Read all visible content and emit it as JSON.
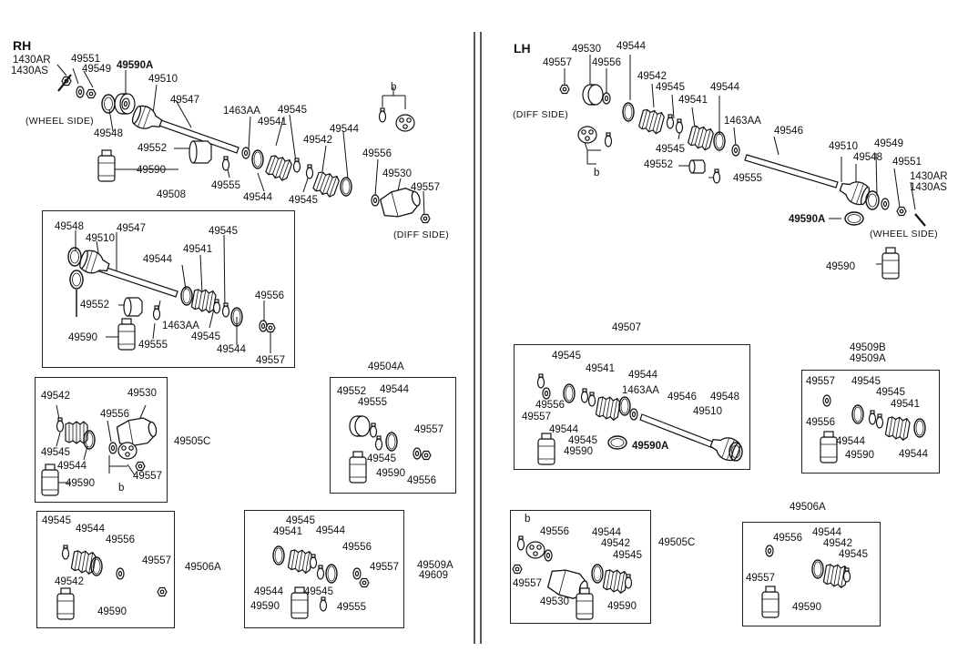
{
  "rh": {
    "heading": "RH",
    "top": {
      "p1430ar": "1430AR",
      "p1430as": "1430AS",
      "p49551": "49551",
      "p49549": "49549",
      "p49590a": "49590A",
      "p49510": "49510",
      "p49547": "49547",
      "p1463aa": "1463AA",
      "p49545a": "49545",
      "p49541": "49541",
      "p49542": "49542",
      "p49544a": "49544",
      "wheel_side": "(WHEEL SIDE)",
      "p49548": "49548",
      "p49552": "49552",
      "p49590": "49590",
      "p49555": "49555",
      "p49544b": "49544",
      "p49545b": "49545",
      "b": "b",
      "p49556": "49556",
      "p49530": "49530",
      "p49557": "49557",
      "diff_side": "(DIFF SIDE)"
    },
    "box49508": {
      "title": "49508",
      "labels": [
        "49548",
        "49510",
        "49547",
        "49544",
        "49541",
        "49545",
        "49556",
        "49552",
        "1463AA",
        "49590",
        "49555",
        "49545",
        "49544",
        "49557"
      ]
    },
    "box49505c": {
      "title": "49505C",
      "labels": [
        "49542",
        "49530",
        "49556",
        "49545",
        "49544",
        "49590",
        "49557",
        "b"
      ]
    },
    "box49504a": {
      "title": "49504A",
      "labels": [
        "49552",
        "49555",
        "49544",
        "49557",
        "49545",
        "49590",
        "49556"
      ]
    },
    "box49506a": {
      "title": "49506A",
      "labels": [
        "49545",
        "49544",
        "49556",
        "49557",
        "49542",
        "49590"
      ]
    },
    "box49509a": {
      "title1": "49509A",
      "title2": "49609",
      "labels": [
        "49545",
        "49541",
        "49544",
        "49556",
        "49557",
        "49544",
        "49545",
        "49590",
        "49555"
      ]
    }
  },
  "lh": {
    "heading": "LH",
    "top": {
      "p49530": "49530",
      "p49544a": "49544",
      "p49557": "49557",
      "p49556": "49556",
      "p49542": "49542",
      "p49545a": "49545",
      "p49544b": "49544",
      "p49541": "49541",
      "diff_side": "(DIFF SIDE)",
      "p1463aa": "1463AA",
      "p49546": "49546",
      "p49545b": "49545",
      "b": "b",
      "p49510": "49510",
      "p49549": "49549",
      "p49552": "49552",
      "p49548": "49548",
      "p49551": "49551",
      "p49555": "49555",
      "p1430ar": "1430AR",
      "p1430as": "1430AS",
      "p49590a": "49590A",
      "wheel_side": "(WHEEL SIDE)",
      "p49590": "49590"
    },
    "box49507": {
      "title": "49507",
      "labels": [
        "49545",
        "49541",
        "49544",
        "1463AA",
        "49546",
        "49548",
        "49556",
        "49510",
        "49557",
        "49544",
        "49545",
        "49590",
        "49590A"
      ]
    },
    "box49509": {
      "title1": "49509B",
      "title2": "49509A",
      "labels": [
        "49557",
        "49545",
        "49545",
        "49541",
        "49556",
        "49544",
        "49590",
        "49544"
      ]
    },
    "box49505c": {
      "title": "49505C",
      "labels": [
        "b",
        "49556",
        "49544",
        "49542",
        "49545",
        "49557",
        "49530",
        "49590"
      ]
    },
    "box49506a": {
      "title": "49506A",
      "labels": [
        "49556",
        "49544",
        "49542",
        "49545",
        "49557",
        "49590"
      ]
    }
  }
}
